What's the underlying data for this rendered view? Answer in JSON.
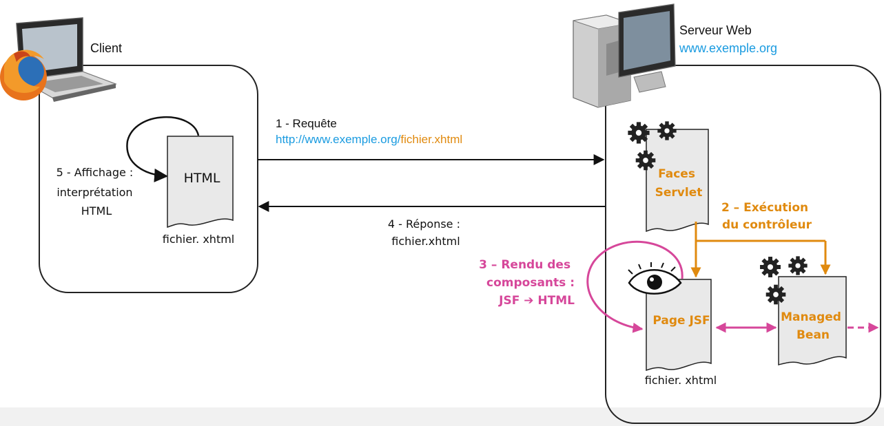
{
  "colors": {
    "link_blue": "#1a9be0",
    "orange": "#e08a0f",
    "magenta": "#d6479a",
    "box_stroke": "#222222",
    "doc_fill": "#e9e9e9"
  },
  "client": {
    "label": "Client",
    "loop_label": [
      "5 - Affichage :",
      "interprétation",
      "HTML"
    ],
    "doc_label": "HTML",
    "file_label": "fichier. xhtml",
    "icons": [
      "laptop-icon",
      "firefox-icon"
    ]
  },
  "server": {
    "label": "Serveur Web",
    "url": "www.exemple.org",
    "icons": [
      "server-tower-icon",
      "monitor-icon"
    ],
    "faces_servlet": [
      "Faces",
      "Servlet"
    ],
    "page_jsf": "Page JSF",
    "managed_bean": [
      "Managed",
      "Bean"
    ],
    "file_label": "fichier. xhtml"
  },
  "request": {
    "label": "1 - Requête",
    "url_host": "http://www.exemple.org/",
    "url_file": "fichier.xhtml"
  },
  "response": {
    "label": [
      "4 - Réponse :",
      "fichier.xhtml"
    ]
  },
  "execution": {
    "label": [
      "2 – Exécution",
      "du contrôleur"
    ]
  },
  "rendering": {
    "label": [
      "3 – Rendu des",
      "composants :"
    ],
    "label_from": "JSF",
    "label_arrow": "➔",
    "label_to": "HTML"
  }
}
